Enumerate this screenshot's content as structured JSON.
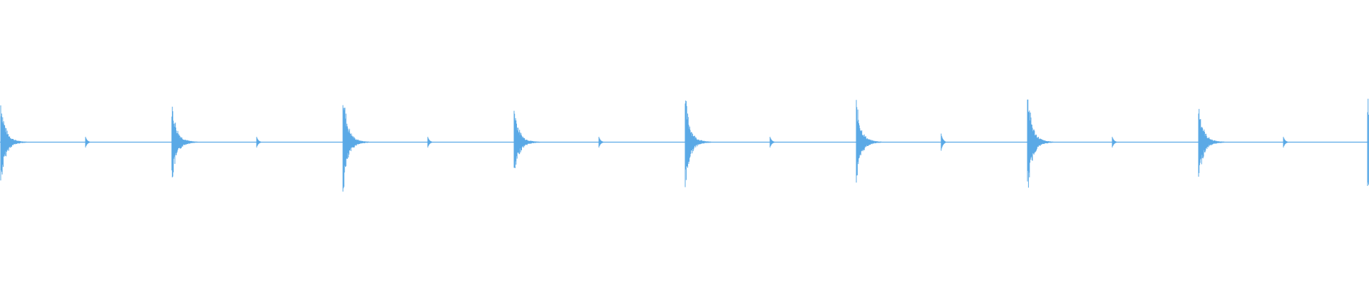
{
  "waveform": {
    "color": "#5aa9e6",
    "beats": [
      {
        "main_amplitude": 0.42,
        "minor_amplitude": 0.05
      },
      {
        "main_amplitude": 0.4,
        "minor_amplitude": 0.05
      },
      {
        "main_amplitude": 0.52,
        "minor_amplitude": 0.05
      },
      {
        "main_amplitude": 0.36,
        "minor_amplitude": 0.05
      },
      {
        "main_amplitude": 0.46,
        "minor_amplitude": 0.05
      },
      {
        "main_amplitude": 0.4,
        "minor_amplitude": 0.08
      },
      {
        "main_amplitude": 0.52,
        "minor_amplitude": 0.05
      },
      {
        "main_amplitude": 0.38,
        "minor_amplitude": 0.05
      },
      {
        "main_amplitude": 0.48,
        "minor_amplitude": 0.0
      }
    ]
  }
}
